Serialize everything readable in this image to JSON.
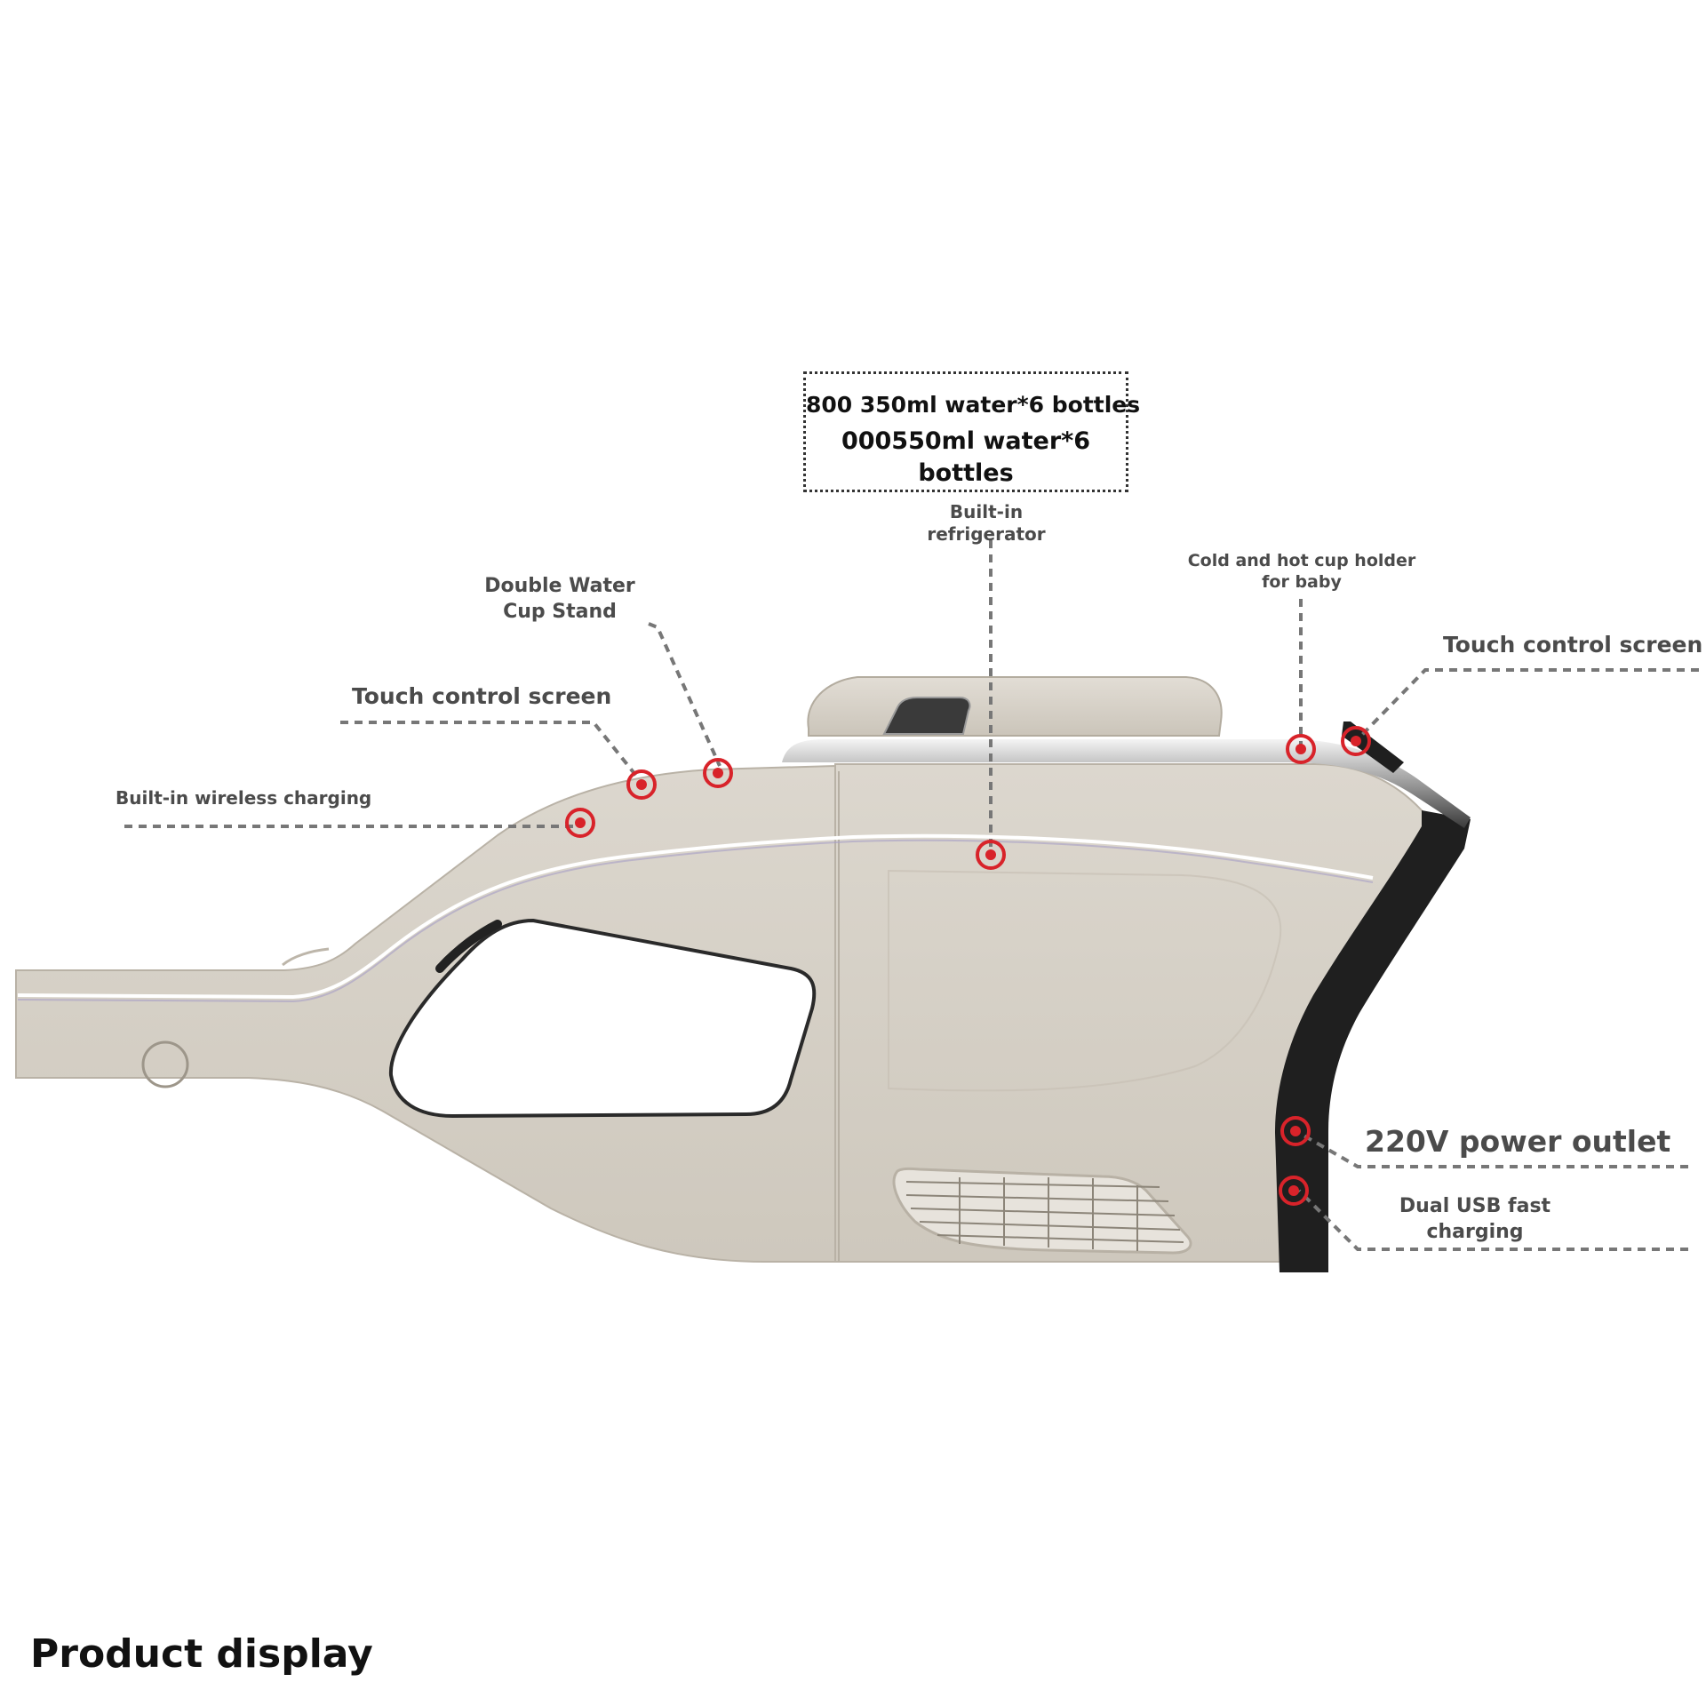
{
  "spec_box": {
    "line1": "800 350ml water*6 bottles",
    "line2": "000550ml water*6",
    "line3": "bottles"
  },
  "labels": {
    "built_in_refrigerator": "Built-in\nrefrigerator",
    "double_water_cup_stand": "Double Water\nCup Stand",
    "touch_control_screen_left": "Touch control screen",
    "built_in_wireless_charging": "Built-in wireless charging",
    "cold_hot_cup_holder": "Cold and hot cup holder\nfor baby",
    "touch_control_screen_right": "Touch control screen",
    "power_outlet": "220V power outlet",
    "dual_usb": "Dual USB fast\ncharging"
  },
  "footer": {
    "title": "Product display"
  },
  "colors": {
    "body": "#d9d4cb",
    "body_shadow": "#c7c1b6",
    "trim_dark": "#1f1f1f",
    "accent_marker": "#d8232a",
    "leader_line": "#777777",
    "text": "#4b4b4b"
  }
}
